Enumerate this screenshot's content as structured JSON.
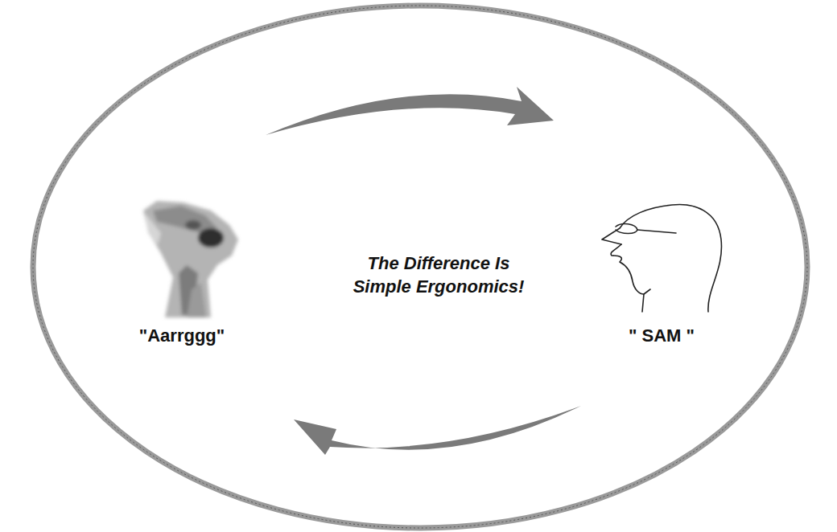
{
  "diagram": {
    "labels": [
      "\"Aarrggg\"",
      "\" SAM \"",
      "The Difference Is Simple Ergonomics!"
    ]
  }
}
